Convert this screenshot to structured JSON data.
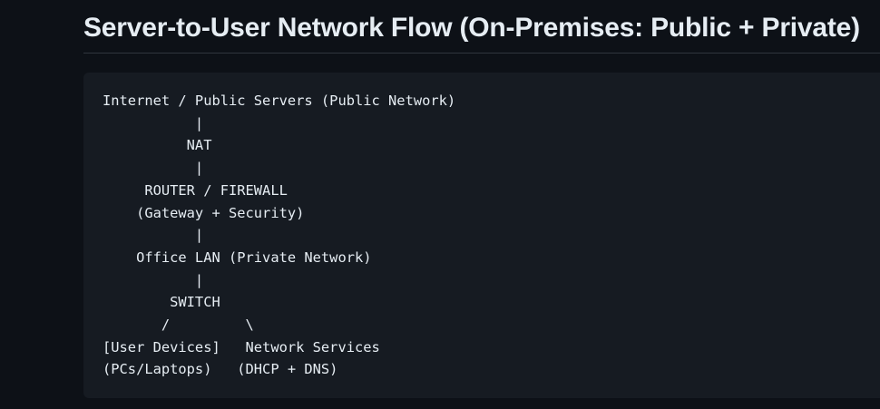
{
  "page": {
    "title": "Server-to-User Network Flow (On-Premises: Public + Private)"
  },
  "code_block": {
    "lines": [
      "Internet / Public Servers (Public Network)",
      "           |",
      "          NAT",
      "           |",
      "     ROUTER / FIREWALL",
      "    (Gateway + Security)",
      "           |",
      "    Office LAN (Private Network)",
      "           |",
      "        SWITCH",
      "       /         \\",
      "[User Devices]   Network Services",
      "(PCs/Laptops)   (DHCP + DNS)"
    ]
  }
}
